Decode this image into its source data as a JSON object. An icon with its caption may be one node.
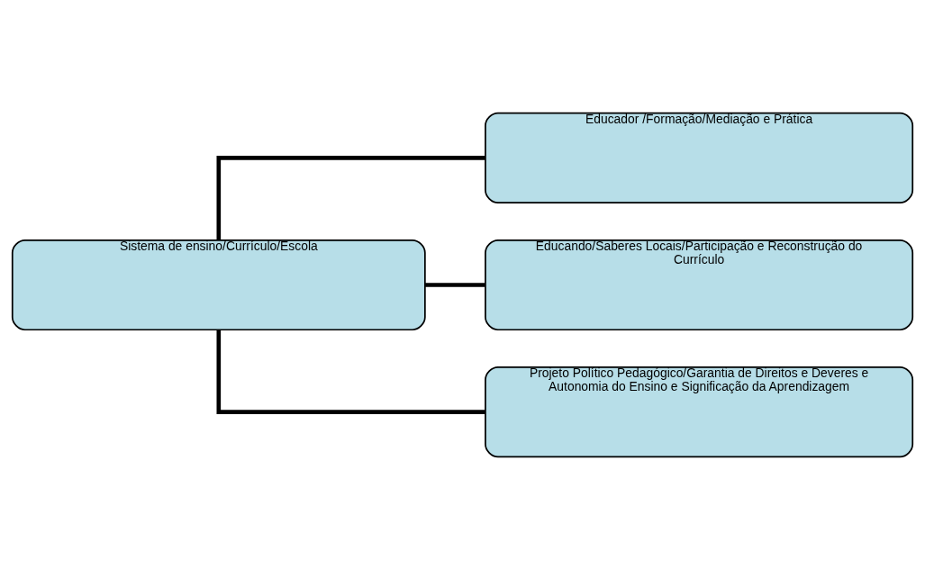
{
  "diagram": {
    "nodes": [
      {
        "text": [
          "Sistema de ensino/Currículo/Escola"
        ]
      },
      {
        "text": [
          "Educador /Formação/Mediação e Prática"
        ]
      },
      {
        "text": [
          "Educando/Saberes Locais/Participação e Reconstrução do Currículo"
        ]
      },
      {
        "text": [
          "Projeto Político Pedagógico/Garantia de Direitos e Deveres e Autonomia do Ensino e Significação da Aprendizagem"
        ]
      }
    ],
    "edges": [
      {
        "from": 0,
        "to": 1,
        "arrow": "none"
      },
      {
        "from": 0,
        "to": 2,
        "arrow": "none"
      },
      {
        "from": 0,
        "to": 3,
        "arrow": "none"
      }
    ]
  }
}
